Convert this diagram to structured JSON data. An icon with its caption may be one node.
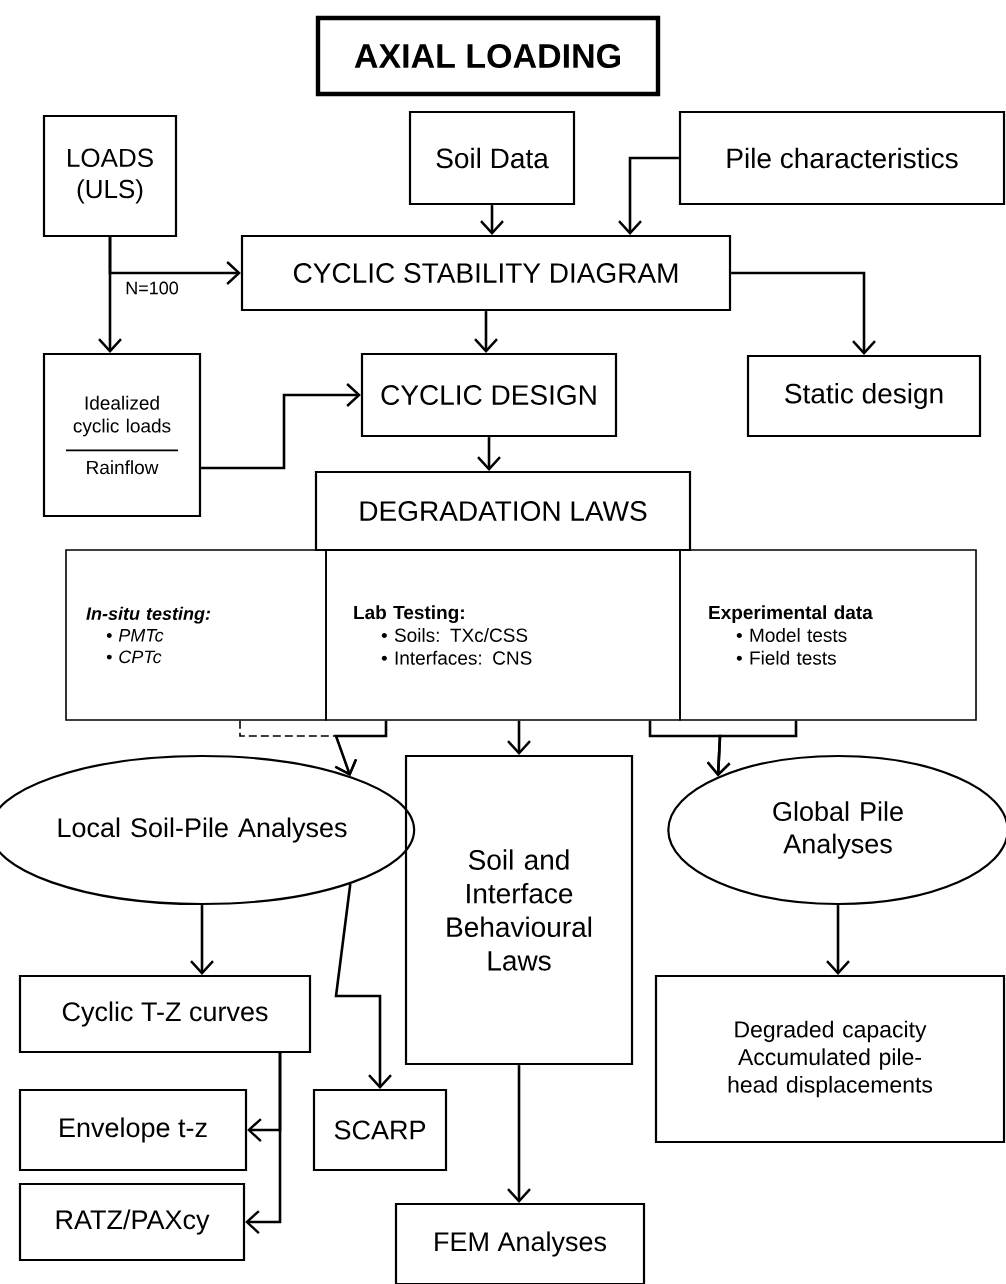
{
  "diagram": {
    "nodes": [
      {
        "text": [
          "AXIAL LOADING"
        ]
      },
      {
        "text": [
          "LOADS (ULS)"
        ]
      },
      {
        "text": [
          "Soil Data"
        ]
      },
      {
        "text": [
          "Pile characteristics"
        ]
      },
      {
        "text": [
          "CYCLIC STABILITY DIAGRAM"
        ]
      },
      {
        "text": [
          "Static design"
        ]
      },
      {
        "text": [
          "Idealized cyclic loads",
          "Rainflow"
        ]
      },
      {
        "text": [
          "CYCLIC DESIGN"
        ]
      },
      {
        "text": [
          "DEGRADATION LAWS"
        ]
      },
      {
        "text": [
          "In-situ testing:",
          "• PMTc",
          "• CPTc"
        ]
      },
      {
        "text": [
          "Lab Testing:",
          "• Soils: TXc/CSS",
          "• Interfaces: CNS"
        ]
      },
      {
        "text": [
          "Experimental data",
          "• Model tests",
          "• Field tests"
        ]
      },
      {
        "text": [
          "Local Soil-Pile Analyses"
        ]
      },
      {
        "text": [
          "Soil and Interface Behavioural Laws"
        ]
      },
      {
        "text": [
          "Global Pile Analyses"
        ]
      },
      {
        "text": [
          "Cyclic T-Z curves"
        ]
      },
      {
        "text": [
          "SCARP"
        ]
      },
      {
        "text": [
          "Degraded capacity Accumulated pile-head displacements"
        ]
      },
      {
        "text": [
          "Envelope t-z"
        ]
      },
      {
        "text": [
          "RATZ/PAXcy"
        ]
      },
      {
        "text": [
          "FEM Analyses"
        ]
      }
    ],
    "edges": [
      {
        "from": 2,
        "to": 4,
        "arrow": "to"
      },
      {
        "from": 3,
        "to": 4,
        "arrow": "to"
      },
      {
        "from": 1,
        "to": 4,
        "arrow": "to",
        "label": "N=100"
      },
      {
        "from": 1,
        "to": 6,
        "arrow": "to"
      },
      {
        "from": 4,
        "to": 5,
        "arrow": "to"
      },
      {
        "from": 4,
        "to": 7,
        "arrow": "to"
      },
      {
        "from": 6,
        "to": 7,
        "arrow": "to"
      },
      {
        "from": 7,
        "to": 8,
        "arrow": "to"
      },
      {
        "from": 9,
        "to": 12,
        "arrow": "to",
        "style": "dashed"
      },
      {
        "from": 10,
        "to": 12,
        "arrow": "to"
      },
      {
        "from": 10,
        "to": 13,
        "arrow": "to"
      },
      {
        "from": 10,
        "to": 14,
        "arrow": "to"
      },
      {
        "from": 11,
        "to": 14,
        "arrow": "to"
      },
      {
        "from": 12,
        "to": 15,
        "arrow": "to"
      },
      {
        "from": 12,
        "to": 16,
        "arrow": "to"
      },
      {
        "from": 15,
        "to": 18,
        "arrow": "to"
      },
      {
        "from": 15,
        "to": 19,
        "arrow": "to"
      },
      {
        "from": 13,
        "to": 20,
        "arrow": "to"
      },
      {
        "from": 14,
        "to": 17,
        "arrow": "to"
      }
    ]
  }
}
